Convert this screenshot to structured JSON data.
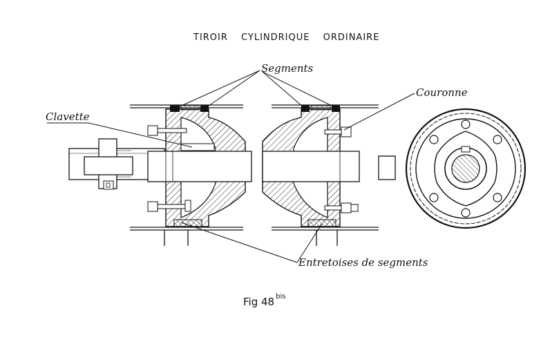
{
  "figure": {
    "title": "TIROIR CYLINDRIQUE ORDINAIRE",
    "caption_main": "Fig 48",
    "caption_sup": "bis"
  },
  "labels": {
    "segments": "Segments",
    "couronne": "Couronne",
    "clavette": "Clavette",
    "entretoises": "Entretoises de segments"
  },
  "colors": {
    "ink": "#111111",
    "hatch": "#333333",
    "paper": "#ffffff"
  }
}
